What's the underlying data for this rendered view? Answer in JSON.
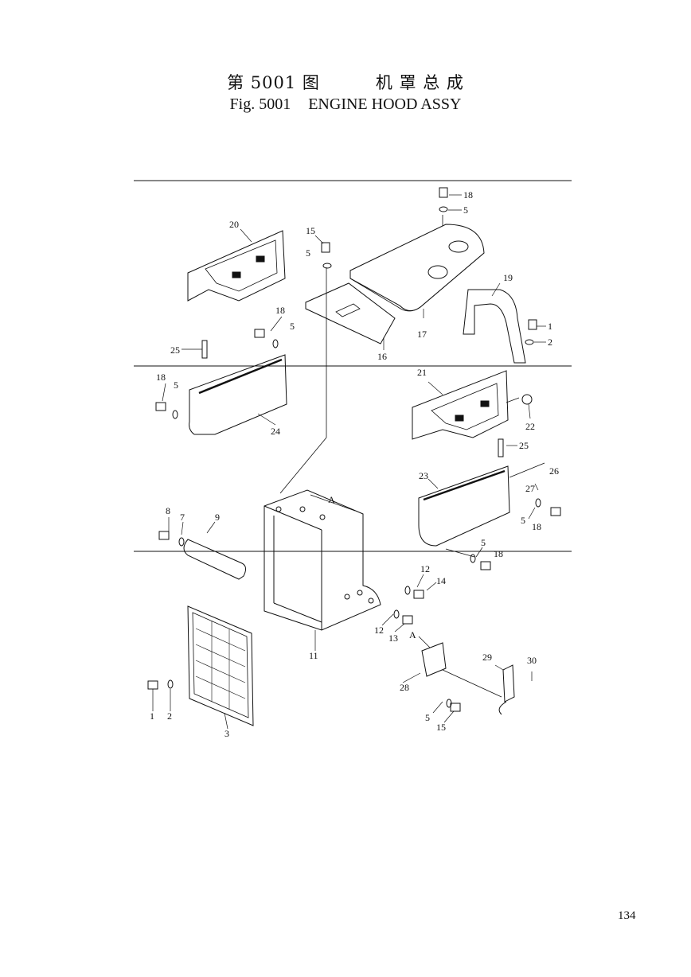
{
  "title": {
    "cn_fig": "第 5001 图",
    "cn_name": "机 罩 总 成",
    "en_fig": "Fig. 5001",
    "en_name": "ENGINE HOOD ASSY"
  },
  "page_number": "134",
  "callouts": {
    "c1a": "1",
    "c2a": "2",
    "c3": "3",
    "c1b": "1",
    "c2b": "2",
    "c5a": "5",
    "c5b": "5",
    "c5c": "5",
    "c5d": "5",
    "c5e": "5",
    "c5f": "5",
    "c5g": "5",
    "c7": "7",
    "c8": "8",
    "c9": "9",
    "c11": "11",
    "c12a": "12",
    "c12b": "12",
    "c13": "13",
    "c14": "14",
    "c15a": "15",
    "c15b": "15",
    "c16": "16",
    "c17": "17",
    "c18a": "18",
    "c18b": "18",
    "c18c": "18",
    "c18d": "18",
    "c18e": "18",
    "c19": "19",
    "c20": "20",
    "c21": "21",
    "c22": "22",
    "c23": "23",
    "c24": "24",
    "c25a": "25",
    "c25b": "25",
    "c26": "26",
    "c27": "27",
    "c28": "28",
    "c29": "29",
    "c30": "30",
    "viewA1": "A",
    "viewA2": "A"
  }
}
